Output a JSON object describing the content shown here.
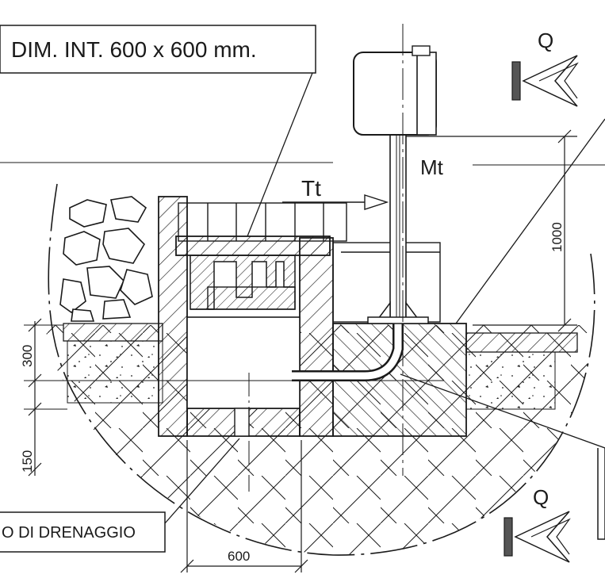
{
  "drawing": {
    "label_dim": "DIM. INT. 600 x 600 mm.",
    "label_drainage": "O DI DRENAGGIO",
    "label_q_top": "Q",
    "label_q_bottom": "Q",
    "label_mt": "Mt",
    "label_tt": "Tt",
    "dim_1000": "1000",
    "dim_300": "300",
    "dim_150": "150",
    "dim_600": "600"
  },
  "colors": {
    "ink": "#1a1a1a",
    "paper": "#ffffff",
    "arrow_fill": "#555555"
  }
}
